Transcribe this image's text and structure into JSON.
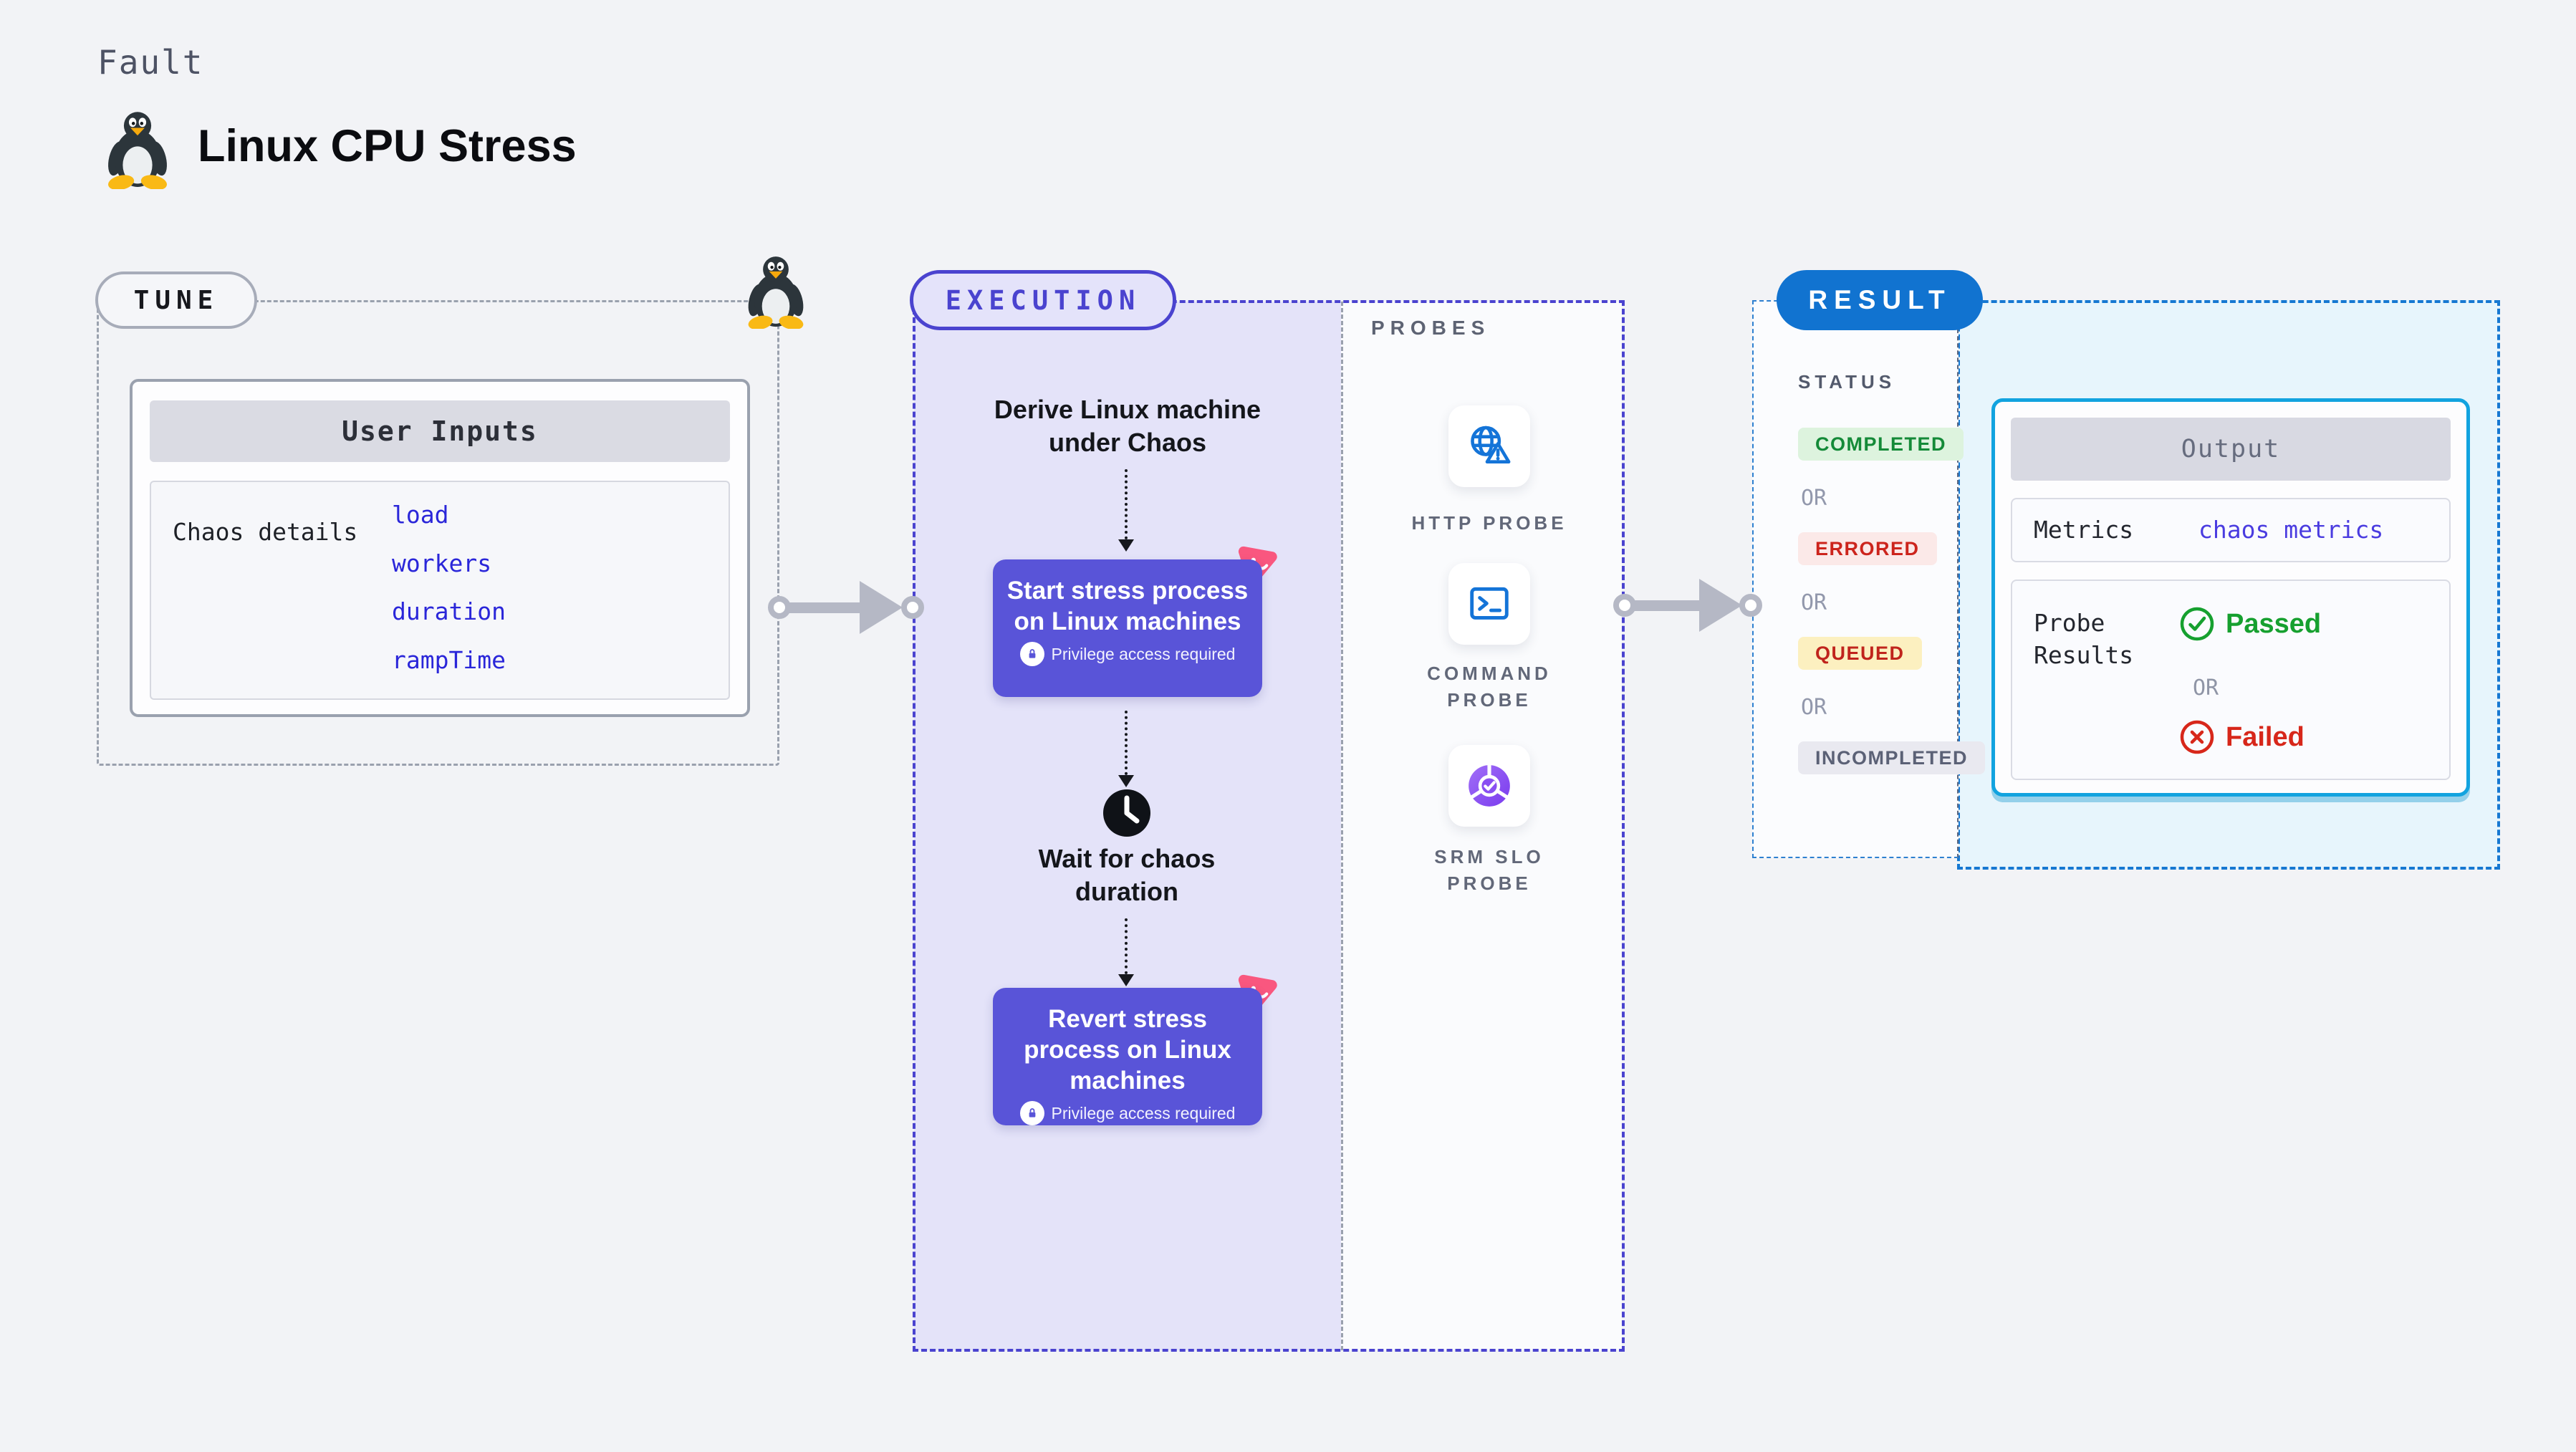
{
  "page": {
    "kicker": "Fault",
    "title": "Linux CPU Stress"
  },
  "tune": {
    "pill": "TUNE",
    "user_inputs_title": "User Inputs",
    "row_label": "Chaos details",
    "inputs": [
      "load",
      "workers",
      "duration",
      "rampTime"
    ]
  },
  "execution": {
    "pill": "EXECUTION",
    "derive_text": "Derive Linux machine under Chaos",
    "start_title": "Start stress process on Linux machines",
    "privilege_note": "Privilege access required",
    "wait_text": "Wait for chaos duration",
    "revert_title": "Revert stress process on Linux machines"
  },
  "probes": {
    "heading": "PROBES",
    "items": [
      {
        "label": "HTTP PROBE",
        "icon": "globe-alert-icon"
      },
      {
        "label": "COMMAND PROBE",
        "icon": "terminal-icon"
      },
      {
        "label": "SRM SLO PROBE",
        "icon": "slo-donut-icon"
      }
    ]
  },
  "result": {
    "pill": "RESULT",
    "status_heading": "STATUS",
    "or_label": "OR",
    "statuses": [
      {
        "label": "COMPLETED",
        "type": "success"
      },
      {
        "label": "ERRORED",
        "type": "error"
      },
      {
        "label": "QUEUED",
        "type": "warning"
      },
      {
        "label": "INCOMPLETED",
        "type": "neutral"
      }
    ],
    "output": {
      "title": "Output",
      "metrics_label": "Metrics",
      "metrics_value": "chaos metrics",
      "probe_results_label": "Probe Results",
      "passed_label": "Passed",
      "or_label": "OR",
      "failed_label": "Failed"
    }
  },
  "colors": {
    "page_bg": "#f2f3f6",
    "tune_dash": "#9aa1ae",
    "execution_indigo": "#4a43cf",
    "execution_fill": "#e4e3f9",
    "action_purple": "#5954d8",
    "link_blue": "#2a26d9",
    "probe_icon_blue": "#1474d8",
    "srm_purple": "#8a4ff2",
    "result_blue": "#1173d0",
    "result_dash_blue": "#1678d2",
    "output_cyan": "#12a3df",
    "output_fill": "#e7f5fc",
    "success_green": "#148a38",
    "error_red": "#cc241c",
    "warning_bg": "#fcf0c0",
    "passed_green": "#16a02f",
    "failed_red": "#d7271a",
    "litmus_pink": "#f9577f",
    "connector_gray": "#b5b8c5"
  }
}
